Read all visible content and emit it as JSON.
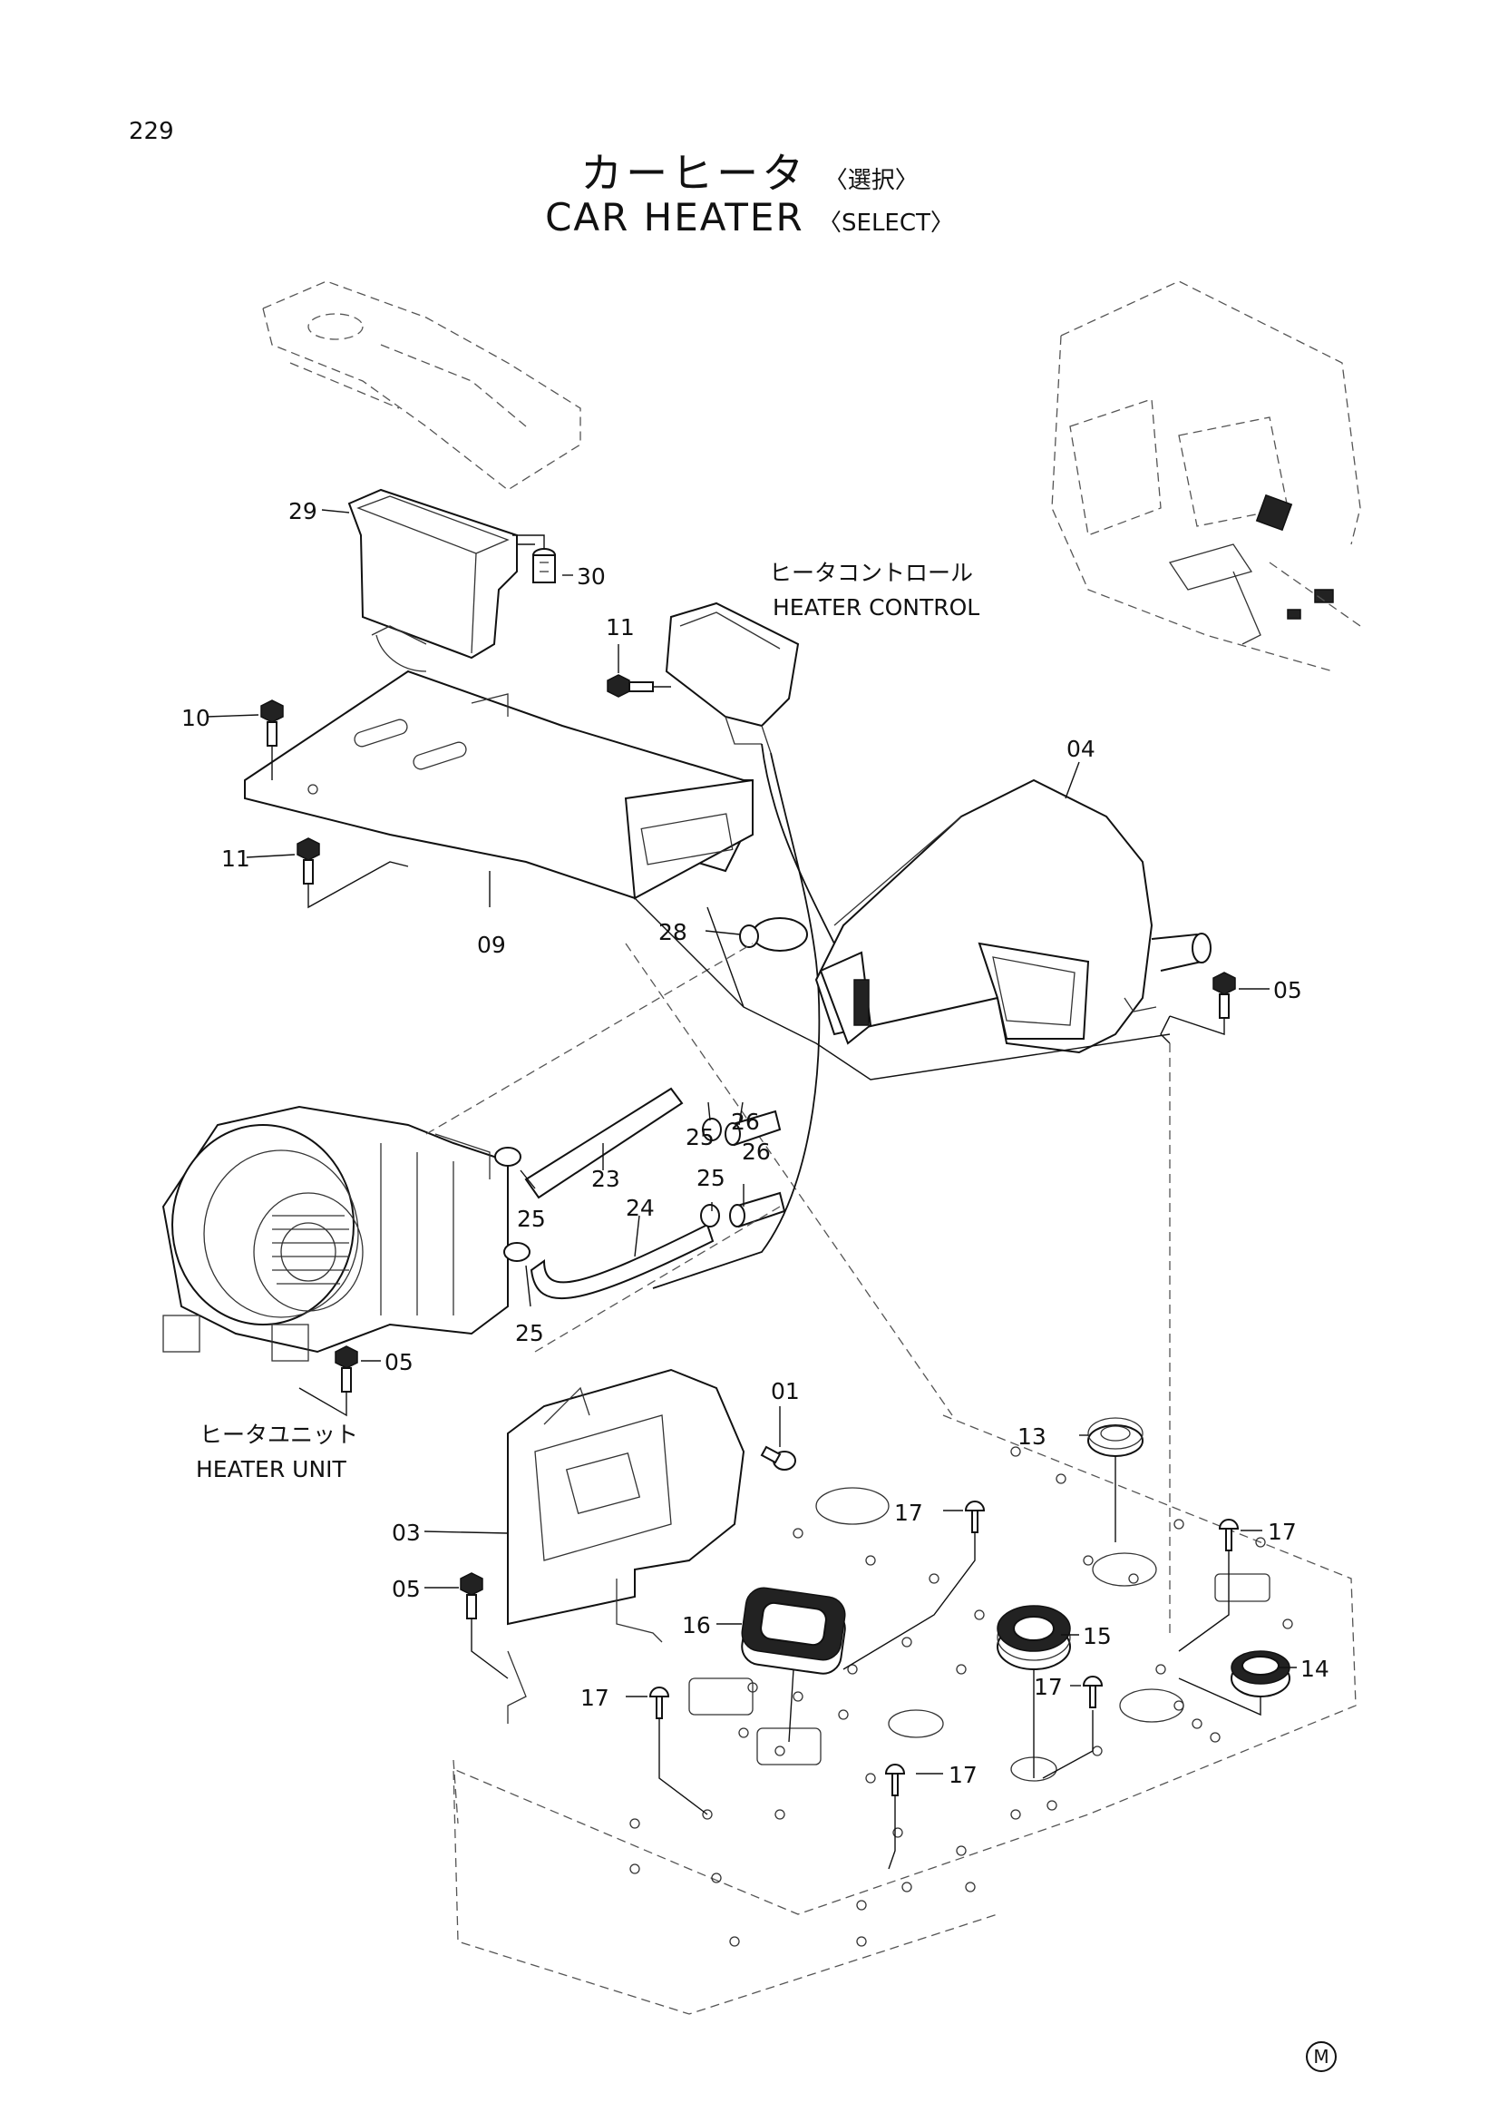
{
  "page_number": "229",
  "title": {
    "jp": "カーヒータ",
    "jp_select": "〈選択〉",
    "en": "CAR HEATER",
    "en_select": "〈SELECT〉"
  },
  "annotations": {
    "heater_control_jp": "ヒータコントロール",
    "heater_control_en": "HEATER CONTROL",
    "heater_unit_jp": "ヒータユニット",
    "heater_unit_en": "HEATER UNIT"
  },
  "part_labels": {
    "p29": "29",
    "p30": "30",
    "p11a": "11",
    "p10": "10",
    "p11b": "11",
    "p09": "09",
    "p04": "04",
    "p28": "28",
    "p05a": "05",
    "p25a": "25",
    "p26a": "26",
    "p23": "23",
    "p25b": "25",
    "p25c": "25",
    "p26b": "26",
    "p24": "24",
    "p25d": "25",
    "p05b": "05",
    "p01": "01",
    "p13": "13",
    "p03": "03",
    "p17a": "17",
    "p17b": "17",
    "p05c": "05",
    "p16": "16",
    "p15": "15",
    "p14": "14",
    "p17c": "17",
    "p17d": "17",
    "p17e": "17"
  },
  "footer_mark": "M"
}
